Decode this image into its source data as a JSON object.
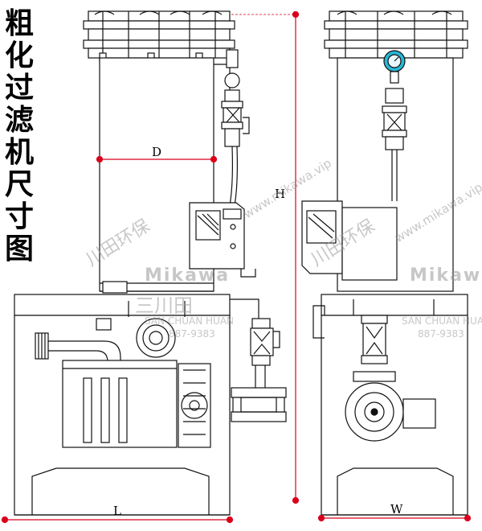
{
  "title_chars": [
    "粗",
    "化",
    "过",
    "滤",
    "机",
    "尺",
    "寸",
    "图"
  ],
  "dimensions": {
    "diameter": "D",
    "height": "H",
    "length": "L",
    "width": "W"
  },
  "watermark": {
    "url": "www.mikawa.vip",
    "brand": "Mikawa",
    "brand_cn": "三川田",
    "company_en": "SAN CHUAN HUAN",
    "phone": "887-9383",
    "slogan": "川田环保"
  },
  "colors": {
    "line": "#111111",
    "dim": "#d9001b",
    "gauge": "#29b6d6",
    "watermark": "#9a9a9a"
  }
}
